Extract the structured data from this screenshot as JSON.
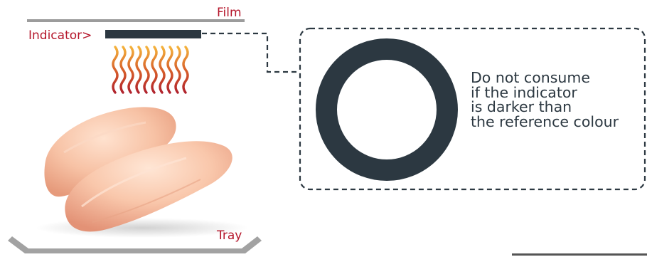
{
  "labels": {
    "film": "Film",
    "indicator": "Indicator>",
    "tray": "Tray"
  },
  "note": {
    "lines": [
      "Do not consume",
      "if the indicator",
      "is darker than",
      "the reference colour"
    ]
  },
  "colors": {
    "label_red": "#b5162b",
    "film_gray": "#9c9c9c",
    "indicator_bar": "#2c3841",
    "reference_ring": "#2c3841",
    "dashed_border": "#2c3841",
    "note_text": "#2c3841",
    "heat_wave_top": "#f4b23c",
    "heat_wave_bottom": "#b0222d",
    "tray_gray": "#a2a2a2"
  },
  "icons": {
    "heat": "heat-waves-icon",
    "food": "chicken-breasts-image"
  }
}
